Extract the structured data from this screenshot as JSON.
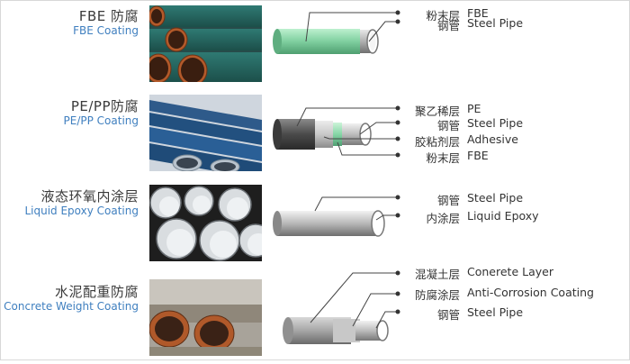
{
  "rows": [
    {
      "title_cn": "FBE 防腐",
      "title_en": "FBE Coating",
      "labels": [
        {
          "cn": "粉末层",
          "en": "FBE"
        },
        {
          "cn": "钢管",
          "en": "Steel Pipe"
        }
      ]
    },
    {
      "title_cn": "PE/PP防腐",
      "title_en": "PE/PP Coating",
      "labels": [
        {
          "cn": "聚乙稀层",
          "en": "PE"
        },
        {
          "cn": "钢管",
          "en": "Steel Pipe"
        },
        {
          "cn": "胶粘剂层",
          "en": "Adhesive"
        },
        {
          "cn": "粉末层",
          "en": "FBE"
        }
      ]
    },
    {
      "title_cn": "液态环氧内涂层",
      "title_en": "Liquid Epoxy Coating",
      "labels": [
        {
          "cn": "钢管",
          "en": "Steel Pipe"
        },
        {
          "cn": "内涂层",
          "en": "Liquid Epoxy"
        }
      ]
    },
    {
      "title_cn": "水泥配重防腐",
      "title_en": "Concrete Weight Coating",
      "labels": [
        {
          "cn": "混凝土层",
          "en": "Conerete Layer"
        },
        {
          "cn": "防腐涂层",
          "en": "Anti-Corrosion Coating"
        },
        {
          "cn": "钢管",
          "en": "Steel Pipe"
        }
      ]
    }
  ],
  "colors": {
    "fbe_green": "#7fcf9f",
    "steel_gray": "#9a9a9a",
    "pe_dark": "#4a4a4a",
    "adhesive": "#c8c8c8",
    "title_en_blue": "#3f7fbf"
  }
}
